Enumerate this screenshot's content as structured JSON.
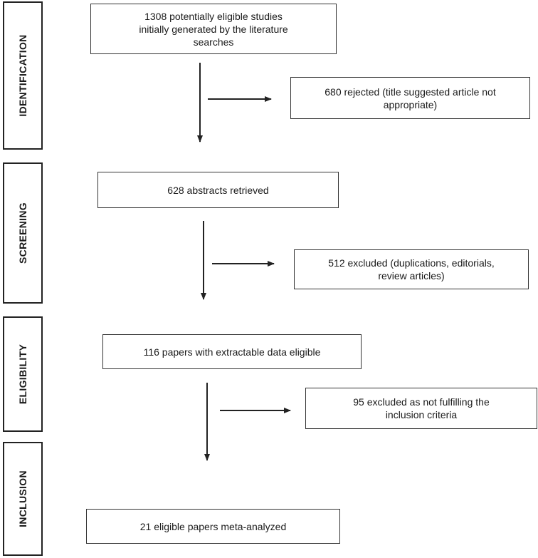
{
  "stages": {
    "identification": "IDENTIFICATION",
    "screening": "SCREENING",
    "eligibility": "ELIGIBILITY",
    "inclusion": "INCLUSION"
  },
  "boxes": {
    "initial_search": "1308 potentially eligible studies\ninitially generated by the literature\nsearches",
    "rejected_title": "680 rejected (title suggested article not\nappropriate)",
    "abstracts": "628 abstracts retrieved",
    "excluded_dup": "512 excluded (duplications, editorials,\nreview articles)",
    "papers_eligible": "116 papers with extractable data eligible",
    "excluded_criteria": "95 excluded as not fulfilling the\ninclusion criteria",
    "final": "21 eligible papers meta-analyzed"
  },
  "colors": {
    "line": "#222222",
    "text": "#1a1a1a",
    "background": "#ffffff"
  }
}
